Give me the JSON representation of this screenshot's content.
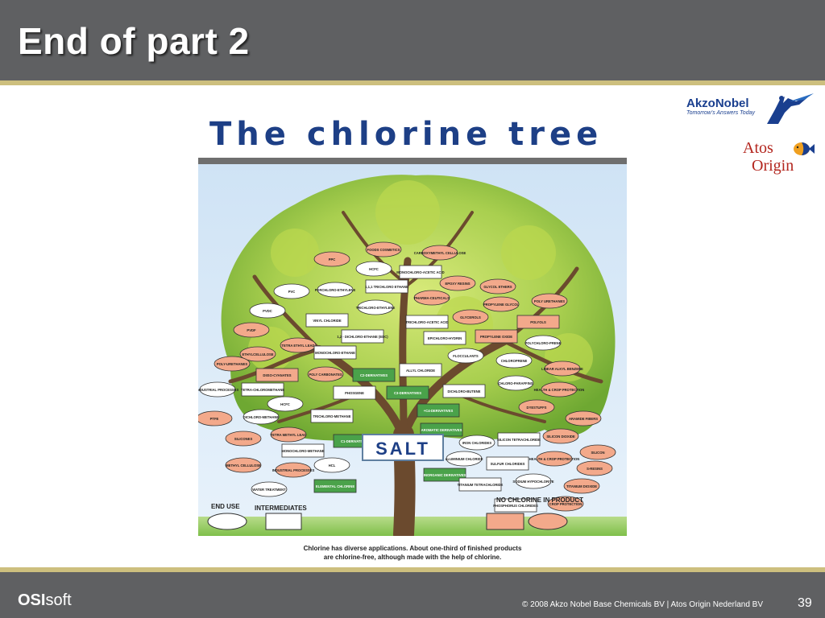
{
  "slide": {
    "title": "End of part 2",
    "number": "39"
  },
  "footer": {
    "logo_bold": "OSI",
    "logo_light": "soft",
    "copyright": "© 2008 Akzo Nobel Base Chemicals BV  |  Atos Origin Nederland BV"
  },
  "logos": {
    "akzo_name": "AkzoNobel",
    "akzo_tagline": "Tomorrow's Answers Today",
    "atos_line1": "Atos",
    "atos_line2": "Origin"
  },
  "figure": {
    "title": "The chlorine tree",
    "center_label": "SALT",
    "legend": {
      "end_use": "END USE",
      "intermediates": "INTERMEDIATES",
      "no_chlorine": "NO CHLORINE IN PRODUCT"
    },
    "caption_line1": "Chlorine has diverse applications. About one-third of finished products",
    "caption_line2": "are chlorine-free, although made with the help of chlorine.",
    "nodes": [
      {
        "label": "PPC",
        "kind": "salmon"
      },
      {
        "label": "FOODS COSMETICS",
        "kind": "salmon"
      },
      {
        "label": "CARBOXYMETHYL CELLULOSE",
        "kind": "salmon"
      },
      {
        "label": "HCFC",
        "kind": "end"
      },
      {
        "label": "MONOCHLORO-ACETIC ACID",
        "kind": "inter"
      },
      {
        "label": "PVC",
        "kind": "end"
      },
      {
        "label": "PERCHLORO-ETHYLENE",
        "kind": "end"
      },
      {
        "label": "1,1,1 TRICHLORO ETHANE",
        "kind": "inter"
      },
      {
        "label": "EPOXY RESINS",
        "kind": "salmon"
      },
      {
        "label": "GLYCOL ETHERS",
        "kind": "salmon"
      },
      {
        "label": "PVDC",
        "kind": "end"
      },
      {
        "label": "TRICHLORO-ETHYLENE",
        "kind": "end"
      },
      {
        "label": "PHARMA-CEUTICALS",
        "kind": "salmon"
      },
      {
        "label": "PROPYLENE GLYCOL",
        "kind": "salmon"
      },
      {
        "label": "POLY URETHANES",
        "kind": "salmon"
      },
      {
        "label": "PVDF",
        "kind": "salmon"
      },
      {
        "label": "VINYL CHLORIDE",
        "kind": "inter"
      },
      {
        "label": "TRICHLORO-ACETIC ACID",
        "kind": "inter"
      },
      {
        "label": "GLYCEROLS",
        "kind": "salmon"
      },
      {
        "label": "POLYOLS",
        "kind": "salmonrect"
      },
      {
        "label": "TETRA ETHYL LEAD",
        "kind": "salmon"
      },
      {
        "label": "1,2 - DICHLORO-ETHANE (EDC)",
        "kind": "inter"
      },
      {
        "label": "EPICHLORO-HYDRIN",
        "kind": "inter"
      },
      {
        "label": "PROPYLENE OXIDE",
        "kind": "salmonrect"
      },
      {
        "label": "POLYCHLORO-PRENE",
        "kind": "end"
      },
      {
        "label": "ETHYLCELLULOSE",
        "kind": "salmon"
      },
      {
        "label": "MONOCHLORO-ETHANE",
        "kind": "inter"
      },
      {
        "label": "FLOCCULANTS",
        "kind": "end"
      },
      {
        "label": "POLY-URETHANES",
        "kind": "salmon"
      },
      {
        "label": "DIISO-CYANATES",
        "kind": "salmonrect"
      },
      {
        "label": "POLY CARBONATES",
        "kind": "salmon"
      },
      {
        "label": "C2-DERIVATIVES",
        "kind": "green"
      },
      {
        "label": "ALLYL CHLORIDE",
        "kind": "inter"
      },
      {
        "label": "CHLOROPRENE",
        "kind": "end"
      },
      {
        "label": "LINEAR ALKYL BENZENE",
        "kind": "salmon"
      },
      {
        "label": "INDUSTRIAL PROCESSES",
        "kind": "end"
      },
      {
        "label": "TETRA-CHLOROMETHANE",
        "kind": "inter"
      },
      {
        "label": "PHOSGENE",
        "kind": "inter"
      },
      {
        "label": "C3-DERIVATIVES",
        "kind": "green"
      },
      {
        "label": "DICHLORO-BUTENE",
        "kind": "inter"
      },
      {
        "label": "CHLORO-PARAFFINS",
        "kind": "end"
      },
      {
        "label": "HEALTH & CROP PROTECTION",
        "kind": "salmon"
      },
      {
        "label": "HCFC",
        "kind": "end"
      },
      {
        "label": "+C4-DERIVATIVES",
        "kind": "green"
      },
      {
        "label": "DYESTUFFS",
        "kind": "salmon"
      },
      {
        "label": "PTFE",
        "kind": "salmon"
      },
      {
        "label": "DICHLORO-METHANE",
        "kind": "end"
      },
      {
        "label": "TRICHLORO-METHANE",
        "kind": "inter"
      },
      {
        "label": "AROMATIC DERIVATIVES",
        "kind": "green"
      },
      {
        "label": "ARAMIDE FIBERS",
        "kind": "salmon"
      },
      {
        "label": "SILICONES",
        "kind": "salmon"
      },
      {
        "label": "TETRA METHYL LEAD",
        "kind": "salmon"
      },
      {
        "label": "C1-DERIVATIVES",
        "kind": "green"
      },
      {
        "label": "IRON CHLORIDES",
        "kind": "end"
      },
      {
        "label": "SILICON TETRACHLORIDE",
        "kind": "inter"
      },
      {
        "label": "SILICON DIOXIDE",
        "kind": "salmon"
      },
      {
        "label": "MONOCHLORO-METHANE",
        "kind": "inter"
      },
      {
        "label": "SILICON",
        "kind": "salmon"
      },
      {
        "label": "METHYL CELLULOSE",
        "kind": "salmon"
      },
      {
        "label": "INDUSTRIAL PROCESSES",
        "kind": "salmon"
      },
      {
        "label": "HCL",
        "kind": "end"
      },
      {
        "label": "ALUMINIUM CHLORIDE",
        "kind": "end"
      },
      {
        "label": "SULFUR CHLORIDES",
        "kind": "inter"
      },
      {
        "label": "HEALTH & CROP PROTECTION",
        "kind": "salmon"
      },
      {
        "label": "S-RESINS",
        "kind": "salmon"
      },
      {
        "label": "INORGANIC DERIVATIVES",
        "kind": "green"
      },
      {
        "label": "SODIUM HYPOCHLORITE",
        "kind": "end"
      },
      {
        "label": "TITANIUM DIOXIDE",
        "kind": "salmon"
      },
      {
        "label": "WATER TREATMENT",
        "kind": "end"
      },
      {
        "label": "ELEMENTAL CHLORINE",
        "kind": "green"
      },
      {
        "label": "TITANIUM TETRACHLORIDE",
        "kind": "inter"
      },
      {
        "label": "CROP PROTECTION",
        "kind": "salmon"
      },
      {
        "label": "PHOSPHORUS CHLORIDES",
        "kind": "inter"
      }
    ]
  },
  "colors": {
    "header": "#5f6062",
    "accent_line": "#cdbf7e",
    "title_blue": "#1d3f86",
    "salmon": "#f3a98b",
    "green": "#4aa24a"
  }
}
